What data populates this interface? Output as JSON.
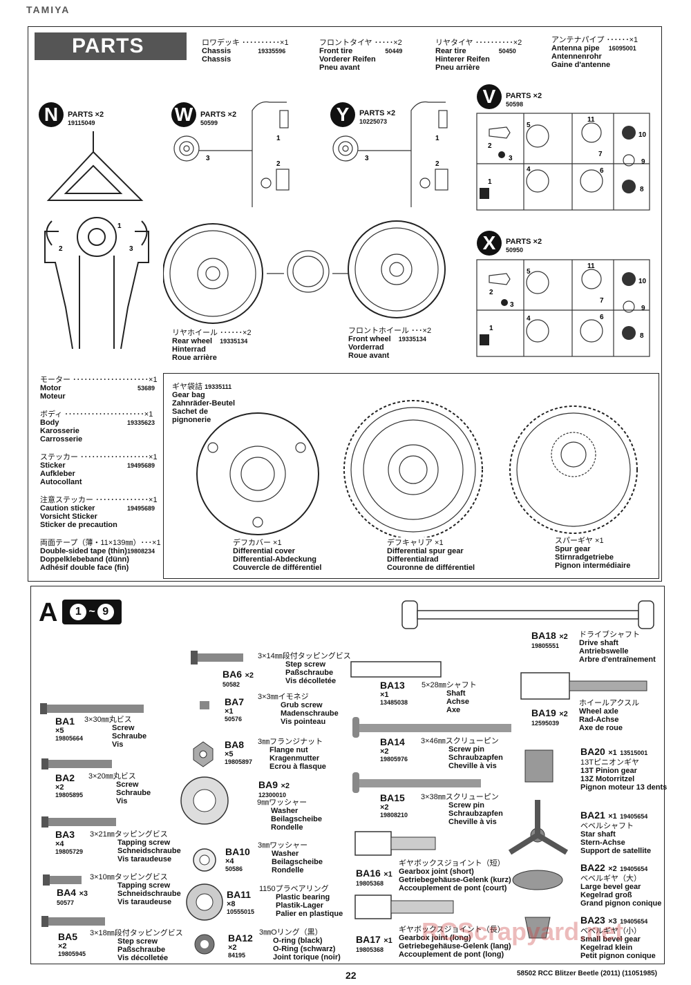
{
  "header": {
    "logo": "TAMIYA"
  },
  "parts": {
    "title": "PARTS",
    "top_items": [
      {
        "jp": "ロワデッキ ･･････････×1",
        "en": "Chassis",
        "code": "19335596",
        "de": "Chassis",
        "fr": ""
      },
      {
        "jp": "フロントタイヤ ･････×2",
        "en": "Front tire",
        "code": "50449",
        "de": "Vorderer Reifen",
        "fr": "Pneu avant"
      },
      {
        "jp": "リヤタイヤ ･･････････×2",
        "en": "Rear tire",
        "code": "50450",
        "de": "Hinterer Reifen",
        "fr": "Pneu arrière"
      },
      {
        "jp": "アンテナパイプ ･･････×1",
        "en": "Antenna pipe",
        "code": "16095001",
        "de": "Antennenrohr",
        "fr": "Gaine d'antenne"
      }
    ],
    "trees": [
      {
        "letter": "N",
        "label": "PARTS ×2",
        "code": "19115049"
      },
      {
        "letter": "W",
        "label": "PARTS ×2",
        "code": "50599"
      },
      {
        "letter": "Y",
        "label": "PARTS ×2",
        "code": "10225073"
      },
      {
        "letter": "V",
        "label": "PARTS ×2",
        "code": "50598"
      },
      {
        "letter": "X",
        "label": "PARTS ×2",
        "code": "50950"
      }
    ],
    "wheels": [
      {
        "jp": "リヤホイール ･･････×2",
        "en": "Rear wheel",
        "code": "19335134",
        "de": "Hinterrad",
        "fr": "Roue arrière"
      },
      {
        "jp": "フロントホイール ･･･×2",
        "en": "Front wheel",
        "code": "19335134",
        "de": "Vorderrad",
        "fr": "Roue avant"
      }
    ],
    "left_list": [
      {
        "jp": "モーター ････････････････････×1",
        "en": "Motor",
        "code": "53689",
        "de": "Moteur",
        "fr": ""
      },
      {
        "jp": "ボディ ･････････････････････×1",
        "en": "Body",
        "code": "19335623",
        "de": "Karosserie",
        "fr": "Carrosserie"
      },
      {
        "jp": "ステッカー ･･････････････････×1",
        "en": "Sticker",
        "code": "19495689",
        "de": "Aufkleber",
        "fr": "Autocollant"
      },
      {
        "jp": "注意ステッカー ･･････････････×1",
        "en": "Caution sticker",
        "code": "19495689",
        "de": "Vorsicht Sticker",
        "fr": "Sticker de precaution"
      },
      {
        "jp": "両面テープ（薄・11×139㎜）･･･×1",
        "en": "Double-sided tape (thin)",
        "code": "19808234",
        "de": "Doppelklebeband (dünn)",
        "fr": "Adhésif double face (fin)"
      }
    ],
    "gear_bag": {
      "jp": "ギヤ袋詰",
      "code": "19335111",
      "en": "Gear bag",
      "de": "Zahnräder-Beutel",
      "fr1": "Sachet de",
      "fr2": "pignonerie",
      "items": [
        {
          "jp": "デフカバー ×1",
          "en": "Differential cover",
          "de": "Differential-Abdeckung",
          "fr": "Couvercle de différentiel"
        },
        {
          "jp": "デフキャリア ×1",
          "en": "Differential spur gear",
          "de": "Differentialrad",
          "fr": "Couronne de différentiel"
        },
        {
          "jp": "スパーギヤ ×1",
          "en": "Spur gear",
          "de": "Stirnradgetriebe",
          "fr": "Pignon intermédiaire"
        }
      ]
    },
    "tree_numbers": {
      "N": [
        "1",
        "2",
        "3"
      ],
      "W": [
        "1",
        "2",
        "3"
      ],
      "Y": [
        "1",
        "2",
        "3"
      ],
      "V": [
        "1",
        "2",
        "3",
        "4",
        "5",
        "6",
        "7",
        "8",
        "9",
        "10",
        "11"
      ],
      "X": [
        "1",
        "2",
        "3",
        "4",
        "5",
        "6",
        "7",
        "8",
        "9",
        "10",
        "11"
      ]
    }
  },
  "bag": {
    "letter": "A",
    "range_start": "1",
    "range_sep": "~",
    "range_end": "9",
    "items": [
      {
        "code": "BA1",
        "qty": "×5",
        "num": "19805664",
        "jp": "3×30㎜丸ビス",
        "en": "Screw",
        "de": "Schraube",
        "fr": "Vis"
      },
      {
        "code": "BA2",
        "qty": "×2",
        "num": "19805895",
        "jp": "3×20㎜丸ビス",
        "en": "Screw",
        "de": "Schraube",
        "fr": "Vis"
      },
      {
        "code": "BA3",
        "qty": "×4",
        "num": "19805729",
        "jp": "3×21㎜タッピングビス",
        "en": "Tapping screw",
        "de": "Schneidschraube",
        "fr": "Vis taraudeuse"
      },
      {
        "code": "BA4",
        "qty": "×3",
        "num": "50577",
        "jp": "3×10㎜タッピングビス",
        "en": "Tapping screw",
        "de": "Schneidschraube",
        "fr": "Vis taraudeuse"
      },
      {
        "code": "BA5",
        "qty": "×2",
        "num": "19805945",
        "jp": "3×18㎜段付タッピングビス",
        "en": "Step screw",
        "de": "Paßschraube",
        "fr": "Vis décolletée"
      },
      {
        "code": "BA6",
        "qty": "×2",
        "num": "50582",
        "jp": "3×14㎜段付タッピングビス",
        "en": "Step screw",
        "de": "Paßschraube",
        "fr": "Vis décolletée"
      },
      {
        "code": "BA7",
        "qty": "×1",
        "num": "50576",
        "jp": "3×3㎜イモネジ",
        "en": "Grub screw",
        "de": "Madenschraube",
        "fr": "Vis pointeau"
      },
      {
        "code": "BA8",
        "qty": "×5",
        "num": "19805897",
        "jp": "3㎜フランジナット",
        "en": "Flange nut",
        "de": "Kragenmutter",
        "fr": "Ecrou à flasque"
      },
      {
        "code": "BA9",
        "qty": "×2",
        "num": "12300010",
        "jp": "9㎜ワッシャー",
        "en": "Washer",
        "de": "Beilagscheibe",
        "fr": "Rondelle"
      },
      {
        "code": "BA10",
        "qty": "×4",
        "num": "50586",
        "jp": "3㎜ワッシャー",
        "en": "Washer",
        "de": "Beilagscheibe",
        "fr": "Rondelle"
      },
      {
        "code": "BA11",
        "qty": "×8",
        "num": "10555015",
        "jp": "1150プラベアリング",
        "en": "Plastic bearing",
        "de": "Plastik-Lager",
        "fr": "Palier en plastique"
      },
      {
        "code": "BA12",
        "qty": "×2",
        "num": "84195",
        "jp": "3㎜Oリング（黒）",
        "en": "O-ring (black)",
        "de": "O-Ring (schwarz)",
        "fr": "Joint torique (noir)"
      },
      {
        "code": "BA13",
        "qty": "×1",
        "num": "13485038",
        "jp": "5×28㎜シャフト",
        "en": "Shaft",
        "de": "Achse",
        "fr": "Axe"
      },
      {
        "code": "BA14",
        "qty": "×2",
        "num": "19805976",
        "jp": "3×46㎜スクリューピン",
        "en": "Screw pin",
        "de": "Schraubzapfen",
        "fr": "Cheville à vis"
      },
      {
        "code": "BA15",
        "qty": "×2",
        "num": "19808210",
        "jp": "3×38㎜スクリューピン",
        "en": "Screw pin",
        "de": "Schraubzapfen",
        "fr": "Cheville à vis"
      },
      {
        "code": "BA16",
        "qty": "×1",
        "num": "19805368",
        "jp": "ギヤボックスジョイント（短）",
        "en": "Gearbox joint (short)",
        "de": "Getriebegehäuse-Gelenk (kurz)",
        "fr": "Accouplement de pont (court)"
      },
      {
        "code": "BA17",
        "qty": "×1",
        "num": "19805368",
        "jp": "ギヤボックスジョイント（長）",
        "en": "Gearbox joint (long)",
        "de": "Getriebegehäuse-Gelenk (lang)",
        "fr": "Accouplement de pont (long)"
      },
      {
        "code": "BA18",
        "qty": "×2",
        "num": "19805551",
        "jp": "ドライブシャフト",
        "en": "Drive shaft",
        "de": "Antriebswelle",
        "fr": "Arbre d'entraînement"
      },
      {
        "code": "BA19",
        "qty": "×2",
        "num": "12595039",
        "jp": "ホイールアクスル",
        "en": "Wheel axle",
        "de": "Rad-Achse",
        "fr": "Axe de roue"
      },
      {
        "code": "BA20",
        "qty": "×1",
        "num": "13515001",
        "jp": "13Tピニオンギヤ",
        "en": "13T Pinion gear",
        "de": "13Z Motorritzel",
        "fr": "Pignon moteur 13 dents"
      },
      {
        "code": "BA21",
        "qty": "×1",
        "num": "19405654",
        "jp": "ベベルシャフト",
        "en": "Star shaft",
        "de": "Stern-Achse",
        "fr": "Support de satellite"
      },
      {
        "code": "BA22",
        "qty": "×2",
        "num": "19405654",
        "jp": "ベベルギヤ（大）",
        "en": "Large bevel gear",
        "de": "Kegelrad groß",
        "fr": "Grand pignon conique"
      },
      {
        "code": "BA23",
        "qty": "×3",
        "num": "19405654",
        "jp": "ベベルギヤ（小）",
        "en": "Small bevel gear",
        "de": "Kegelrad klein",
        "fr": "Petit pignon conique"
      }
    ]
  },
  "footer": {
    "page_number": "22",
    "doc_ref": "58502 RCC Blitzer Beetle (2011) (11051985)",
    "watermark": "RCScrapyard.net"
  }
}
